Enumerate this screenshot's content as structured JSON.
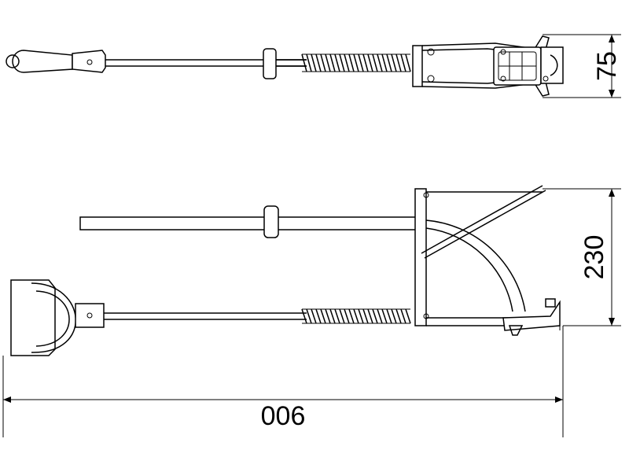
{
  "dimensions": {
    "top_height": "75",
    "bottom_height": "230",
    "overall_length": "006"
  }
}
